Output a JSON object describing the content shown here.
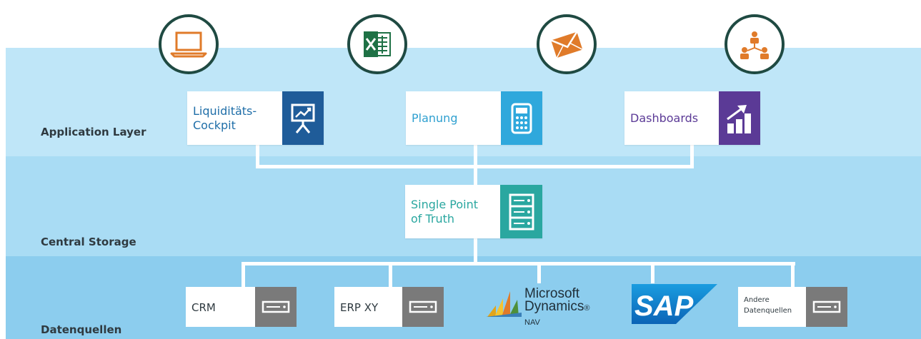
{
  "layers": {
    "application": "Application Layer",
    "central": "Central Storage",
    "data": "Datenquellen"
  },
  "top_icons": [
    "laptop-icon",
    "excel-icon",
    "mail-icon",
    "org-chart-icon"
  ],
  "application_cards": [
    {
      "label_line1": "Liquiditäts-",
      "label_line2": "Cockpit",
      "icon": "presentation-chart-icon",
      "text_color": "#1f6ea8",
      "icon_bg": "#1f5c99"
    },
    {
      "label_line1": "Planung",
      "icon": "calculator-icon",
      "text_color": "#2fa0d0",
      "icon_bg": "#2fa8dc"
    },
    {
      "label_line1": "Dashboards",
      "icon": "bar-chart-icon",
      "text_color": "#5b3a96",
      "icon_bg": "#5b3a96"
    }
  ],
  "central_card": {
    "label_line1": "Single Point",
    "label_line2": "of Truth",
    "icon": "server-icon",
    "text_color": "#2aa7a0",
    "icon_bg": "#2aa7a0"
  },
  "data_sources": [
    {
      "label": "CRM",
      "icon": "hard-drive-icon"
    },
    {
      "label": "ERP XY",
      "icon": "hard-drive-icon"
    },
    {
      "label_line1": "Andere",
      "label_line2": "Datenquellen",
      "icon": "hard-drive-icon"
    }
  ],
  "logos": {
    "microsoft_line1": "Microsoft",
    "microsoft_line2": "Dynamics",
    "microsoft_suffix": "NAV",
    "sap": "SAP"
  },
  "colors": {
    "circle_border": "#1f4a42",
    "icon_orange": "#e07b2a",
    "excel_green": "#1e7145",
    "band_app": "#bfe6f8",
    "band_central": "#a9dcf4",
    "band_data": "#8ccdee"
  }
}
